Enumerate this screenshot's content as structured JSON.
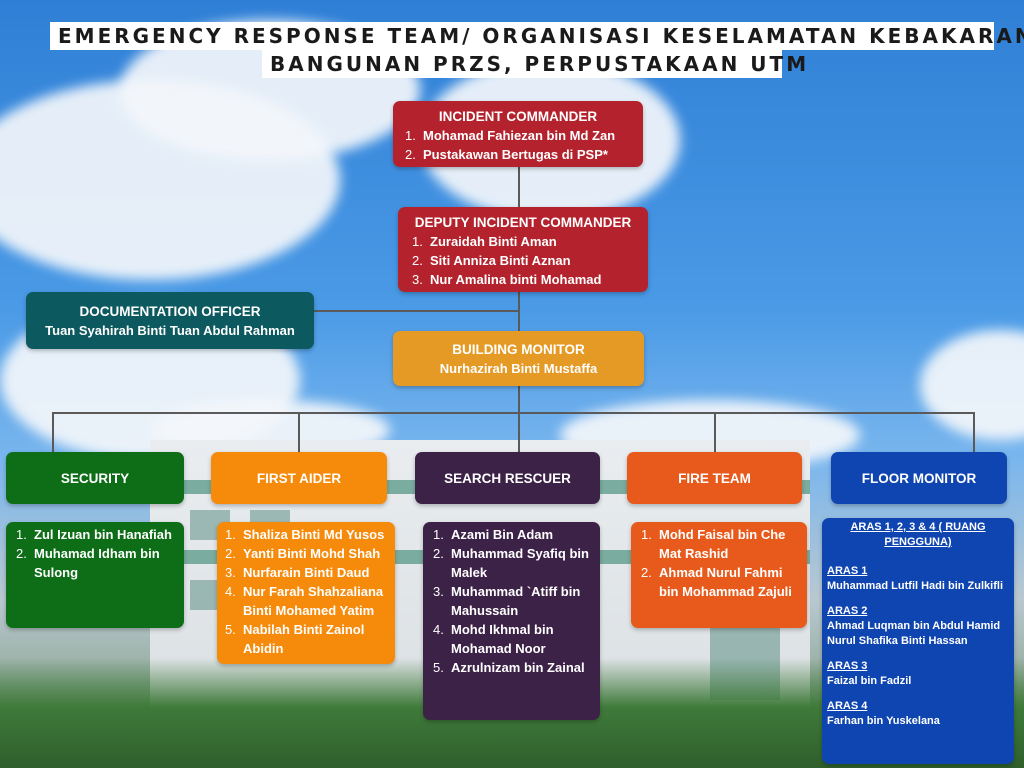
{
  "title": {
    "line1": "EMERGENCY RESPONSE TEAM/ ORGANISASI KESELAMATAN KEBAKARAN",
    "line2": "BANGUNAN PRZS, PERPUSTAKAAN UTM"
  },
  "incident_commander": {
    "title": "INCIDENT COMMANDER",
    "members": [
      "Mohamad Fahiezan bin Md Zan",
      "Pustakawan Bertugas di PSP*"
    ]
  },
  "deputy_incident_commander": {
    "title": "DEPUTY INCIDENT COMMANDER",
    "members": [
      "Zuraidah Binti Aman",
      "Siti Anniza Binti Aznan",
      "Nur Amalina binti Mohamad"
    ]
  },
  "documentation_officer": {
    "title": "DOCUMENTATION OFFICER",
    "name": "Tuan Syahirah Binti Tuan Abdul Rahman"
  },
  "building_monitor": {
    "title": "BUILDING MONITOR",
    "name": "Nurhazirah Binti Mustaffa"
  },
  "teams": {
    "security": {
      "title": "SECURITY",
      "members": [
        "Zul Izuan bin Hanafiah",
        "Muhamad Idham bin Sulong"
      ]
    },
    "first_aider": {
      "title": "FIRST AIDER",
      "members": [
        "Shaliza Binti Md Yusos",
        "Yanti Binti Mohd Shah",
        "Nurfarain Binti Daud",
        "Nur Farah Shahzaliana Binti Mohamed Yatim",
        "Nabilah Binti Zainol Abidin"
      ]
    },
    "search_rescuer": {
      "title": "SEARCH RESCUER",
      "members": [
        "Azami Bin Adam",
        "Muhammad Syafiq bin Malek",
        "Muhammad `Atiff bin Mahussain",
        "Mohd Ikhmal bin Mohamad Noor",
        "Azrulnizam bin Zainal"
      ]
    },
    "fire_team": {
      "title": "FIRE TEAM",
      "members": [
        "Mohd Faisal bin Che Mat Rashid",
        "Ahmad Nurul Fahmi bin Mohammad Zajuli"
      ]
    },
    "floor_monitor": {
      "title": "FLOOR MONITOR",
      "heading": "ARAS 1, 2, 3 & 4  ( RUANG PENGGUNA)",
      "floors": [
        {
          "label": "ARAS 1",
          "names": [
            "Muhammad Lutfil Hadi bin Zulkifli"
          ]
        },
        {
          "label": "ARAS 2",
          "names": [
            "Ahmad Luqman bin Abdul Hamid",
            "Nurul Shafika Binti Hassan"
          ]
        },
        {
          "label": "ARAS 3",
          "names": [
            "Faizal bin Fadzil"
          ]
        },
        {
          "label": "ARAS 4",
          "names": [
            "Farhan bin Yuskelana"
          ]
        }
      ]
    }
  },
  "numbering": [
    "1.",
    "2.",
    "3.",
    "4.",
    "5."
  ],
  "colors": {
    "commander": "#b4232d",
    "documentation": "#0d5960",
    "building_monitor": "#e59a25",
    "security": "#0d6e17",
    "first_aider": "#f68a0b",
    "search_rescuer": "#3d2247",
    "fire_team": "#e85a1c",
    "floor_monitor": "#0f45b0"
  }
}
